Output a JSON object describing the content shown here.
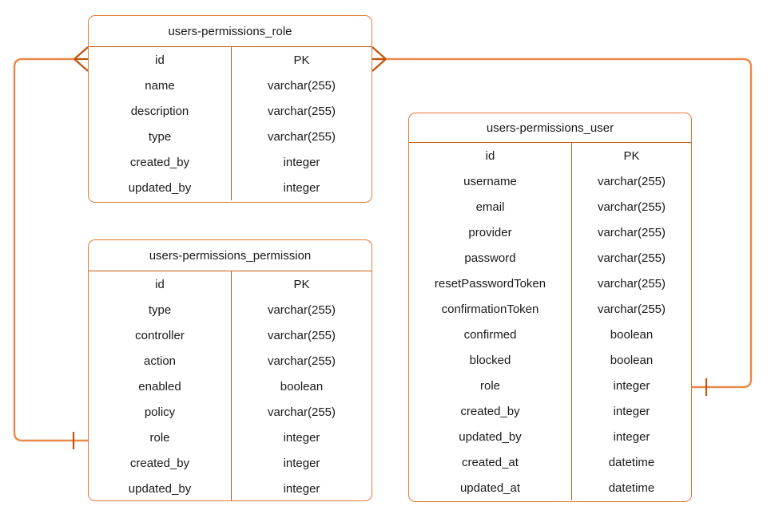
{
  "diagram": {
    "type": "entity-relationship-diagram",
    "notation": "crows-foot",
    "colors": {
      "entity_border": "#e07b39",
      "inner_rule": "#c75b14",
      "connector": "#e8894a",
      "marker": "#c0550f",
      "text": "#1a1a1a",
      "background": "#ffffff"
    },
    "entities": [
      {
        "id": "role",
        "name": "users-permissions_role",
        "fields": [
          {
            "name": "id",
            "type": "PK"
          },
          {
            "name": "name",
            "type": "varchar(255)"
          },
          {
            "name": "description",
            "type": "varchar(255)"
          },
          {
            "name": "type",
            "type": "varchar(255)"
          },
          {
            "name": "created_by",
            "type": "integer"
          },
          {
            "name": "updated_by",
            "type": "integer"
          }
        ]
      },
      {
        "id": "permission",
        "name": "users-permissions_permission",
        "fields": [
          {
            "name": "id",
            "type": "PK"
          },
          {
            "name": "type",
            "type": "varchar(255)"
          },
          {
            "name": "controller",
            "type": "varchar(255)"
          },
          {
            "name": "action",
            "type": "varchar(255)"
          },
          {
            "name": "enabled",
            "type": "boolean"
          },
          {
            "name": "policy",
            "type": "varchar(255)"
          },
          {
            "name": "role",
            "type": "integer"
          },
          {
            "name": "created_by",
            "type": "integer"
          },
          {
            "name": "updated_by",
            "type": "integer"
          }
        ]
      },
      {
        "id": "user",
        "name": "users-permissions_user",
        "fields": [
          {
            "name": "id",
            "type": "PK"
          },
          {
            "name": "username",
            "type": "varchar(255)"
          },
          {
            "name": "email",
            "type": "varchar(255)"
          },
          {
            "name": "provider",
            "type": "varchar(255)"
          },
          {
            "name": "password",
            "type": "varchar(255)"
          },
          {
            "name": "resetPasswordToken",
            "type": "varchar(255)"
          },
          {
            "name": "confirmationToken",
            "type": "varchar(255)"
          },
          {
            "name": "confirmed",
            "type": "boolean"
          },
          {
            "name": "blocked",
            "type": "boolean"
          },
          {
            "name": "role",
            "type": "integer"
          },
          {
            "name": "created_by",
            "type": "integer"
          },
          {
            "name": "updated_by",
            "type": "integer"
          },
          {
            "name": "created_at",
            "type": "datetime"
          },
          {
            "name": "updated_at",
            "type": "datetime"
          }
        ]
      }
    ],
    "relationships": [
      {
        "id": "role-permission",
        "from": "users-permissions_role",
        "from_field": "id",
        "from_cardinality": "many",
        "to": "users-permissions_permission",
        "to_field": "role",
        "to_cardinality": "one"
      },
      {
        "id": "role-user",
        "from": "users-permissions_role",
        "from_field": "id",
        "from_cardinality": "many",
        "to": "users-permissions_user",
        "to_field": "role",
        "to_cardinality": "one"
      }
    ]
  }
}
